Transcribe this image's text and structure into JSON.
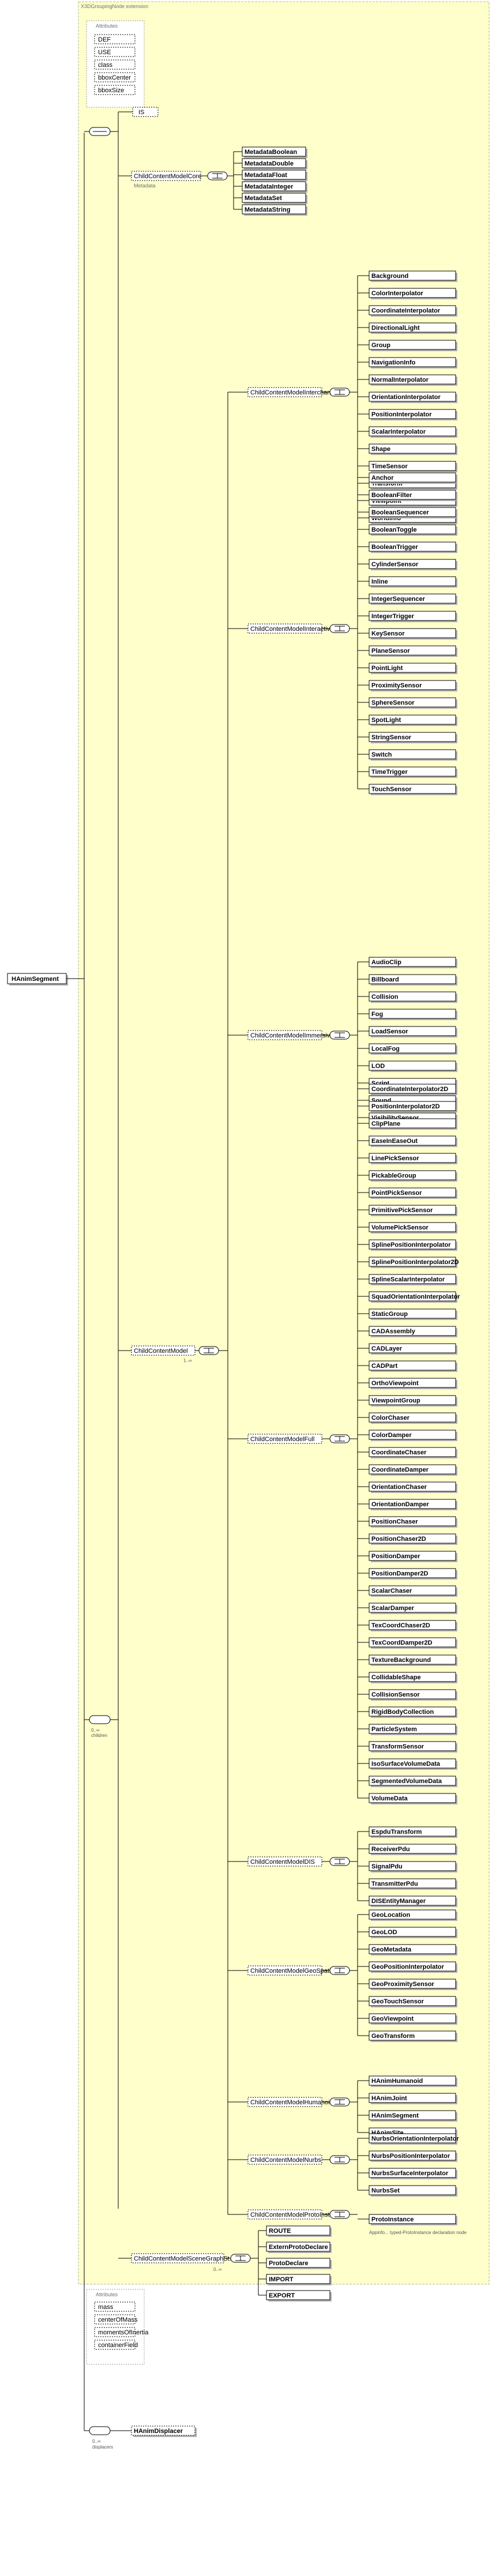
{
  "root": {
    "name": "HAnimSegment"
  },
  "group_title": "X3DGroupingNode extension",
  "attributes_top": {
    "title": "Attributes",
    "items": [
      "DEF",
      "USE",
      "class",
      "bboxCenter",
      "bboxSize"
    ]
  },
  "attributes_bottom": {
    "title": "Attributes",
    "items": [
      "mass",
      "centerOfMass",
      "momentsOfInertia",
      "containerField"
    ]
  },
  "is_element": "IS",
  "metadata": {
    "label": "ChildContentModelCore",
    "note": "Metadata",
    "items": [
      "MetadataBoolean",
      "MetadataDouble",
      "MetadataFloat",
      "MetadataInteger",
      "MetadataSet",
      "MetadataString"
    ]
  },
  "groups": [
    {
      "label": "ChildContentModelInterchange",
      "items": [
        "Background",
        "ColorInterpolator",
        "CoordinateInterpolator",
        "DirectionalLight",
        "Group",
        "NavigationInfo",
        "NormalInterpolator",
        "OrientationInterpolator",
        "PositionInterpolator",
        "ScalarInterpolator",
        "Shape",
        "TimeSensor",
        "Transform",
        "Viewpoint",
        "WorldInfo"
      ]
    },
    {
      "label": "ChildContentModelInteractive",
      "items": [
        "Anchor",
        "BooleanFilter",
        "BooleanSequencer",
        "BooleanToggle",
        "BooleanTrigger",
        "CylinderSensor",
        "Inline",
        "IntegerSequencer",
        "IntegerTrigger",
        "KeySensor",
        "PlaneSensor",
        "PointLight",
        "ProximitySensor",
        "SphereSensor",
        "SpotLight",
        "StringSensor",
        "Switch",
        "TimeTrigger",
        "TouchSensor"
      ]
    },
    {
      "label": "ChildContentModelImmersive",
      "items": [
        "AudioClip",
        "Billboard",
        "Collision",
        "Fog",
        "LoadSensor",
        "LocalFog",
        "LOD",
        "Script",
        "Sound",
        "VisibilitySensor"
      ]
    },
    {
      "label": "ChildContentModelFull",
      "items": [
        "CoordinateInterpolator2D",
        "PositionInterpolator2D",
        "ClipPlane",
        "EaseInEaseOut",
        "LinePickSensor",
        "PickableGroup",
        "PointPickSensor",
        "PrimitivePickSensor",
        "VolumePickSensor",
        "SplinePositionInterpolator",
        "SplinePositionInterpolator2D",
        "SplineScalarInterpolator",
        "SquadOrientationInterpolator",
        "StaticGroup",
        "CADAssembly",
        "CADLayer",
        "CADPart",
        "OrthoViewpoint",
        "ViewpointGroup",
        "ColorChaser",
        "ColorDamper",
        "CoordinateChaser",
        "CoordinateDamper",
        "OrientationChaser",
        "OrientationDamper",
        "PositionChaser",
        "PositionChaser2D",
        "PositionDamper",
        "PositionDamper2D",
        "ScalarChaser",
        "ScalarDamper",
        "TexCoordChaser2D",
        "TexCoordDamper2D",
        "TextureBackground",
        "CollidableShape",
        "CollisionSensor",
        "RigidBodyCollection",
        "ParticleSystem",
        "TransformSensor",
        "IsoSurfaceVolumeData",
        "SegmentedVolumeData",
        "VolumeData"
      ]
    },
    {
      "label": "ChildContentModelDIS",
      "items": [
        "EspduTransform",
        "ReceiverPdu",
        "SignalPdu",
        "TransmitterPdu",
        "DISEntityManager"
      ]
    },
    {
      "label": "ChildContentModelGeoSpatial",
      "items": [
        "GeoLocation",
        "GeoLOD",
        "GeoMetadata",
        "GeoPositionInterpolator",
        "GeoProximitySensor",
        "GeoTouchSensor",
        "GeoViewpoint",
        "GeoTransform"
      ]
    },
    {
      "label": "ChildContentModelHumanoidAn...",
      "items": [
        "HAnimHumanoid",
        "HAnimJoint",
        "HAnimSegment",
        "HAnimSite"
      ]
    },
    {
      "label": "ChildContentModelNurbs",
      "items": [
        "NurbsOrientationInterpolator",
        "NurbsPositionInterpolator",
        "NurbsSurfaceInterpolator",
        "NurbsSet"
      ]
    },
    {
      "label": "ChildContentModelProtoInstance",
      "items": [
        "ProtoInstance"
      ],
      "note": "Appinfo... typed-ProtoInstance declaration node"
    }
  ],
  "child_model": {
    "label": "ChildContentModel",
    "card": "1..∞"
  },
  "scene_graph": {
    "label": "ChildContentModelSceneGraphSt...",
    "card": "0..∞",
    "items": [
      "ROUTE",
      "ExternProtoDeclare",
      "ProtoDeclare",
      "IMPORT",
      "EXPORT"
    ]
  },
  "choice_card": "0..∞",
  "children_note": "children",
  "displacer": {
    "label": "HAnimDisplacer",
    "card": "0..∞",
    "note": "displacers"
  }
}
